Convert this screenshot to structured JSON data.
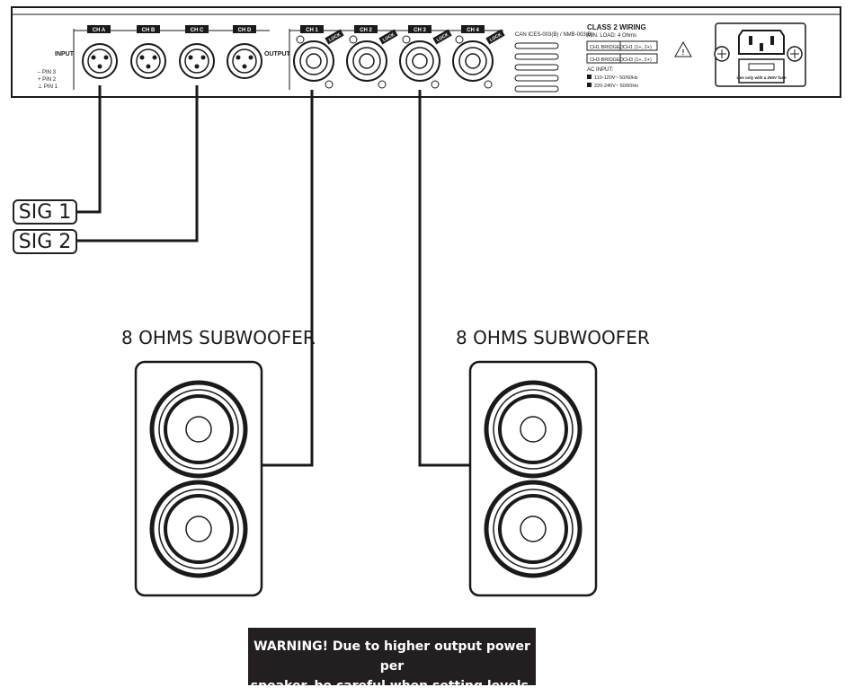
{
  "amplifier": {
    "input_label": "INPUT",
    "output_label": "OUTPUT",
    "input_channels": [
      "CH A",
      "CH B",
      "CH C",
      "CH D"
    ],
    "output_channels": [
      "CH 1",
      "CH 2",
      "CH 3",
      "CH 4"
    ],
    "lock_label": "LOCK",
    "pins": [
      "– PIN 3",
      "+ PIN 2",
      "⊥ PIN 1"
    ],
    "compliance": "CAN ICES-003(B) / NMB-003(B)",
    "class_title": "CLASS 2 WIRING",
    "min_load": "MIN. LOAD: 4 Ohms",
    "bridge_rows": [
      {
        "mode": "CH1 BRIDGED",
        "pins": "CH1 (1+, 2+)"
      },
      {
        "mode": "CH3 BRIDGED",
        "pins": "CH3 (1+, 2+)"
      }
    ],
    "ac_input_title": "AC INPUT:",
    "ac_options": [
      "110-120V~ 50/60Hz",
      "220-240V~ 50/60Hz"
    ],
    "fuse_label": "Use only with a 250V fuse"
  },
  "signals": [
    "SIG 1",
    "SIG 2"
  ],
  "speakers": [
    {
      "title": "8 OHMS SUBWOOFER"
    },
    {
      "title": "8 OHMS SUBWOOFER"
    }
  ],
  "warning": {
    "line1": "WARNING! Due to higher output power per",
    "line2": "speaker, be careful when setting levels."
  },
  "colors": {
    "line": "#1a1a1a",
    "panel_fill": "#ffffff",
    "warning_bg": "#231f20"
  }
}
